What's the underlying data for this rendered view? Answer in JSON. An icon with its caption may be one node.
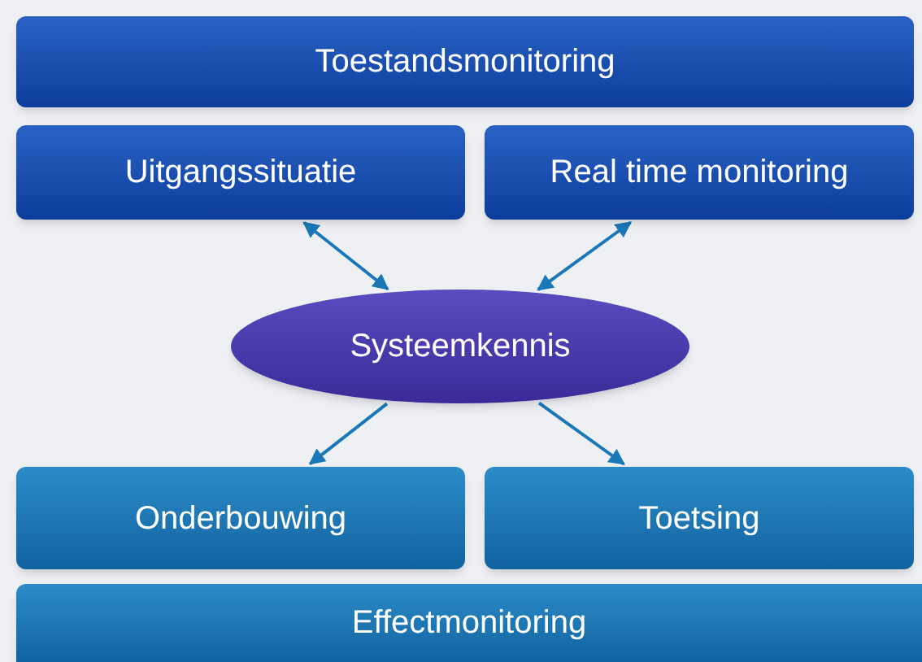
{
  "diagram": {
    "nodes": [
      {
        "text": [
          "Toestandsmonitoring"
        ]
      },
      {
        "text": [
          "Uitgangssituatie"
        ]
      },
      {
        "text": [
          "Real time monitoring"
        ]
      },
      {
        "text": [
          "Systeemkennis"
        ]
      },
      {
        "text": [
          "Onderbouwing"
        ]
      },
      {
        "text": [
          "Toetsing"
        ]
      },
      {
        "text": [
          "Effectmonitoring"
        ]
      }
    ],
    "edges": [
      {
        "from": 1,
        "to": 3,
        "arrow": "both"
      },
      {
        "from": 2,
        "to": 3,
        "arrow": "both"
      },
      {
        "from": 3,
        "to": 4,
        "arrow": "to"
      },
      {
        "from": 3,
        "to": 5,
        "arrow": "to"
      }
    ]
  }
}
